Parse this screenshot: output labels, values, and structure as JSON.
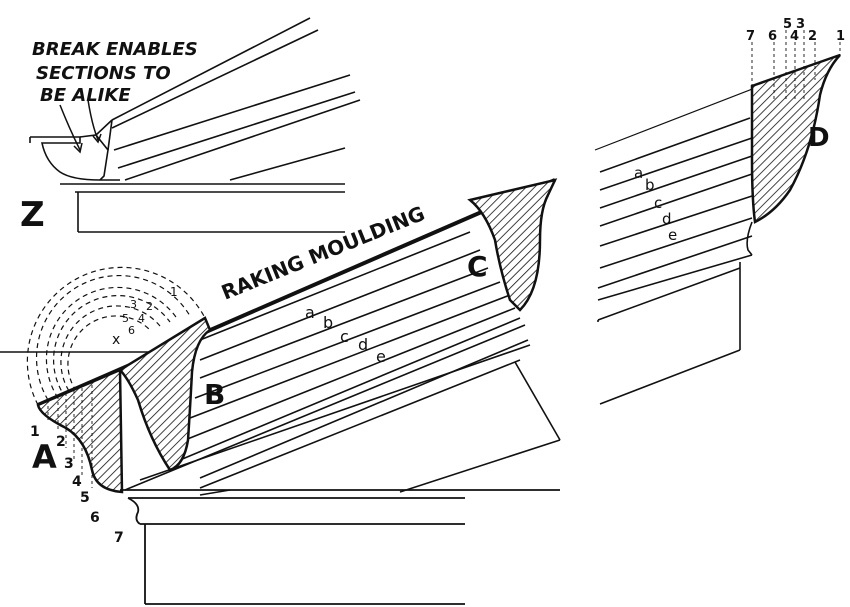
{
  "note": {
    "line1": "BREAK ENABLES",
    "line2": "SECTIONS TO",
    "line3": "BE ALIKE"
  },
  "title": "RAKING MOULDING",
  "labels": {
    "z": "Z",
    "a": "A",
    "b": "B",
    "c": "C",
    "d": "D",
    "x": "x"
  },
  "profile_numbers": [
    "1",
    "2",
    "3",
    "4",
    "5",
    "6",
    "7"
  ],
  "line_letters": [
    "a",
    "b",
    "c",
    "d",
    "e"
  ],
  "colors": {
    "ink": "#111111",
    "paper": "#ffffff"
  }
}
